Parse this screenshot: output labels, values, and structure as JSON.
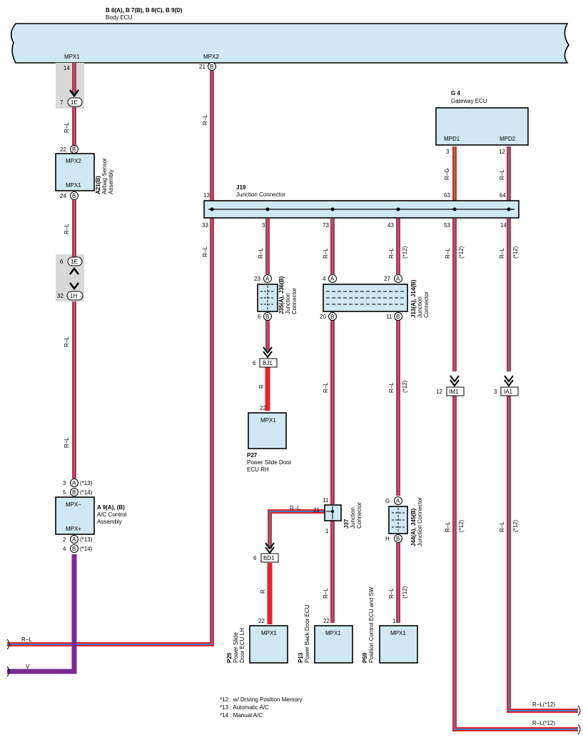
{
  "body_ecu": {
    "code": "B 6(A), B 7(B), B 8(C), B 9(D)",
    "name": "Body ECU",
    "mpx1": "MPX1",
    "mpx2": "MPX2",
    "pin14": "14",
    "pin21": "21"
  },
  "gateway": {
    "code": "G 4",
    "name": "Gateway ECU",
    "mpd1": "MPD1",
    "mpd2": "MPD2",
    "pin_mpd1": "3",
    "pin_mpd2": "12"
  },
  "airbag": {
    "code": "A21(B)",
    "name1": "Airbag Sensor",
    "name2": "Assembly",
    "mpx2": "MPX2",
    "mpx1": "MPX1",
    "pin_top": "22",
    "pin_bot": "24"
  },
  "junction_j19": {
    "code": "J19",
    "name": "Junction Connector",
    "pins_top": [
      "13",
      "63",
      "64"
    ],
    "pins_bottom": [
      "33",
      "3",
      "73",
      "43",
      "53",
      "14"
    ]
  },
  "conn_1e_top": {
    "pin": "7",
    "label": "1E"
  },
  "conn_1e_mid": {
    "pin": "6",
    "label": "1E"
  },
  "conn_1h": {
    "pin": "32",
    "label": "1H"
  },
  "ac": {
    "code": "A 9(A), (B)",
    "name1": "A/C Control",
    "name2": "Assembly",
    "mpxm": "MPX–",
    "mpxp": "MPX+",
    "pins": [
      "3",
      "5",
      "2",
      "4"
    ],
    "notes": [
      "(*13)",
      "(*14)",
      "(*13)",
      "(*14)"
    ]
  },
  "j35": {
    "code": "J35(A), J36(B)",
    "name1": "Junction",
    "name2": "Connector",
    "pin_top": "23",
    "pin_bot": "6"
  },
  "j13": {
    "code": "J13(A), J14(B)",
    "name1": "Junction",
    "name2": "Connector",
    "pins": [
      "4",
      "27",
      "20",
      "11"
    ]
  },
  "bj1": {
    "pin": "6",
    "label": "BJ1"
  },
  "im1": {
    "pin": "12",
    "label": "IM1"
  },
  "ia1": {
    "pin": "3",
    "label": "IA1"
  },
  "bd1": {
    "pin": "6",
    "label": "BD1"
  },
  "p27": {
    "code": "P27",
    "name1": "Power Slide Door",
    "name2": "ECU RH",
    "pin": "22",
    "mpx": "MPX1"
  },
  "j37": {
    "code": "J37",
    "name1": "Junction",
    "name2": "Connector",
    "pins": [
      "11",
      "21",
      "1"
    ]
  },
  "j44": {
    "code": "J44(A), J45(B)",
    "name": "Junction Connector",
    "pin_g": "G",
    "pin_h": "H"
  },
  "p25": {
    "code": "P25",
    "name1": "Power Slide",
    "name2": "Door ECU LH",
    "pin": "22",
    "mpx": "MPX1"
  },
  "p13": {
    "code": "P13",
    "name": "Power Back Door ECU",
    "pin": "22",
    "mpx": "MPX1"
  },
  "p59": {
    "code": "P59",
    "name": "Position Control ECU and SW",
    "pin": "1",
    "mpx": "MPX1"
  },
  "wires": {
    "rl": "R–L",
    "rg": "R–G",
    "r": "R",
    "v": "V",
    "rl12": "R–L(*12)",
    "n12": "(*12)"
  },
  "footnotes": [
    "*12 : w/ Driving Position Memory",
    "*13 : Automatic A/C",
    "*14 : Manual A/C"
  ],
  "colors": {
    "ecu_fill": "#cfe8f3",
    "wire_rl_outer": "#e5252a",
    "wire_rl_inner": "#3d7fc4",
    "wire_r": "#e5252a",
    "wire_v": "#7a2a95",
    "wire_g": "#e08a2a"
  }
}
